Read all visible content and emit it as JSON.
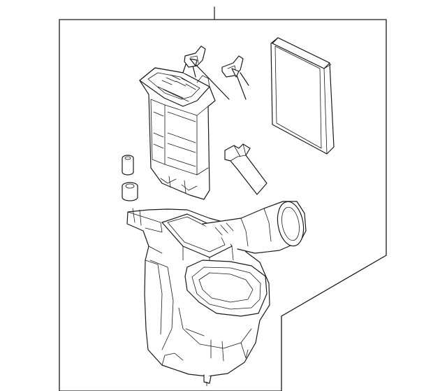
{
  "diagram": {
    "kind": "exploded-parts-view",
    "callout_labels": [],
    "colors": {
      "line": "#1a1a1a",
      "background": "#ffffff"
    },
    "parts": [
      {
        "name": "air-cleaner-box-lower"
      },
      {
        "name": "air-cleaner-cover-upper"
      },
      {
        "name": "air-filter-element"
      },
      {
        "name": "mounting-clip"
      },
      {
        "name": "mounting-clip"
      },
      {
        "name": "grommet-small"
      },
      {
        "name": "grommet-large"
      },
      {
        "name": "sensor-bracket"
      }
    ]
  }
}
